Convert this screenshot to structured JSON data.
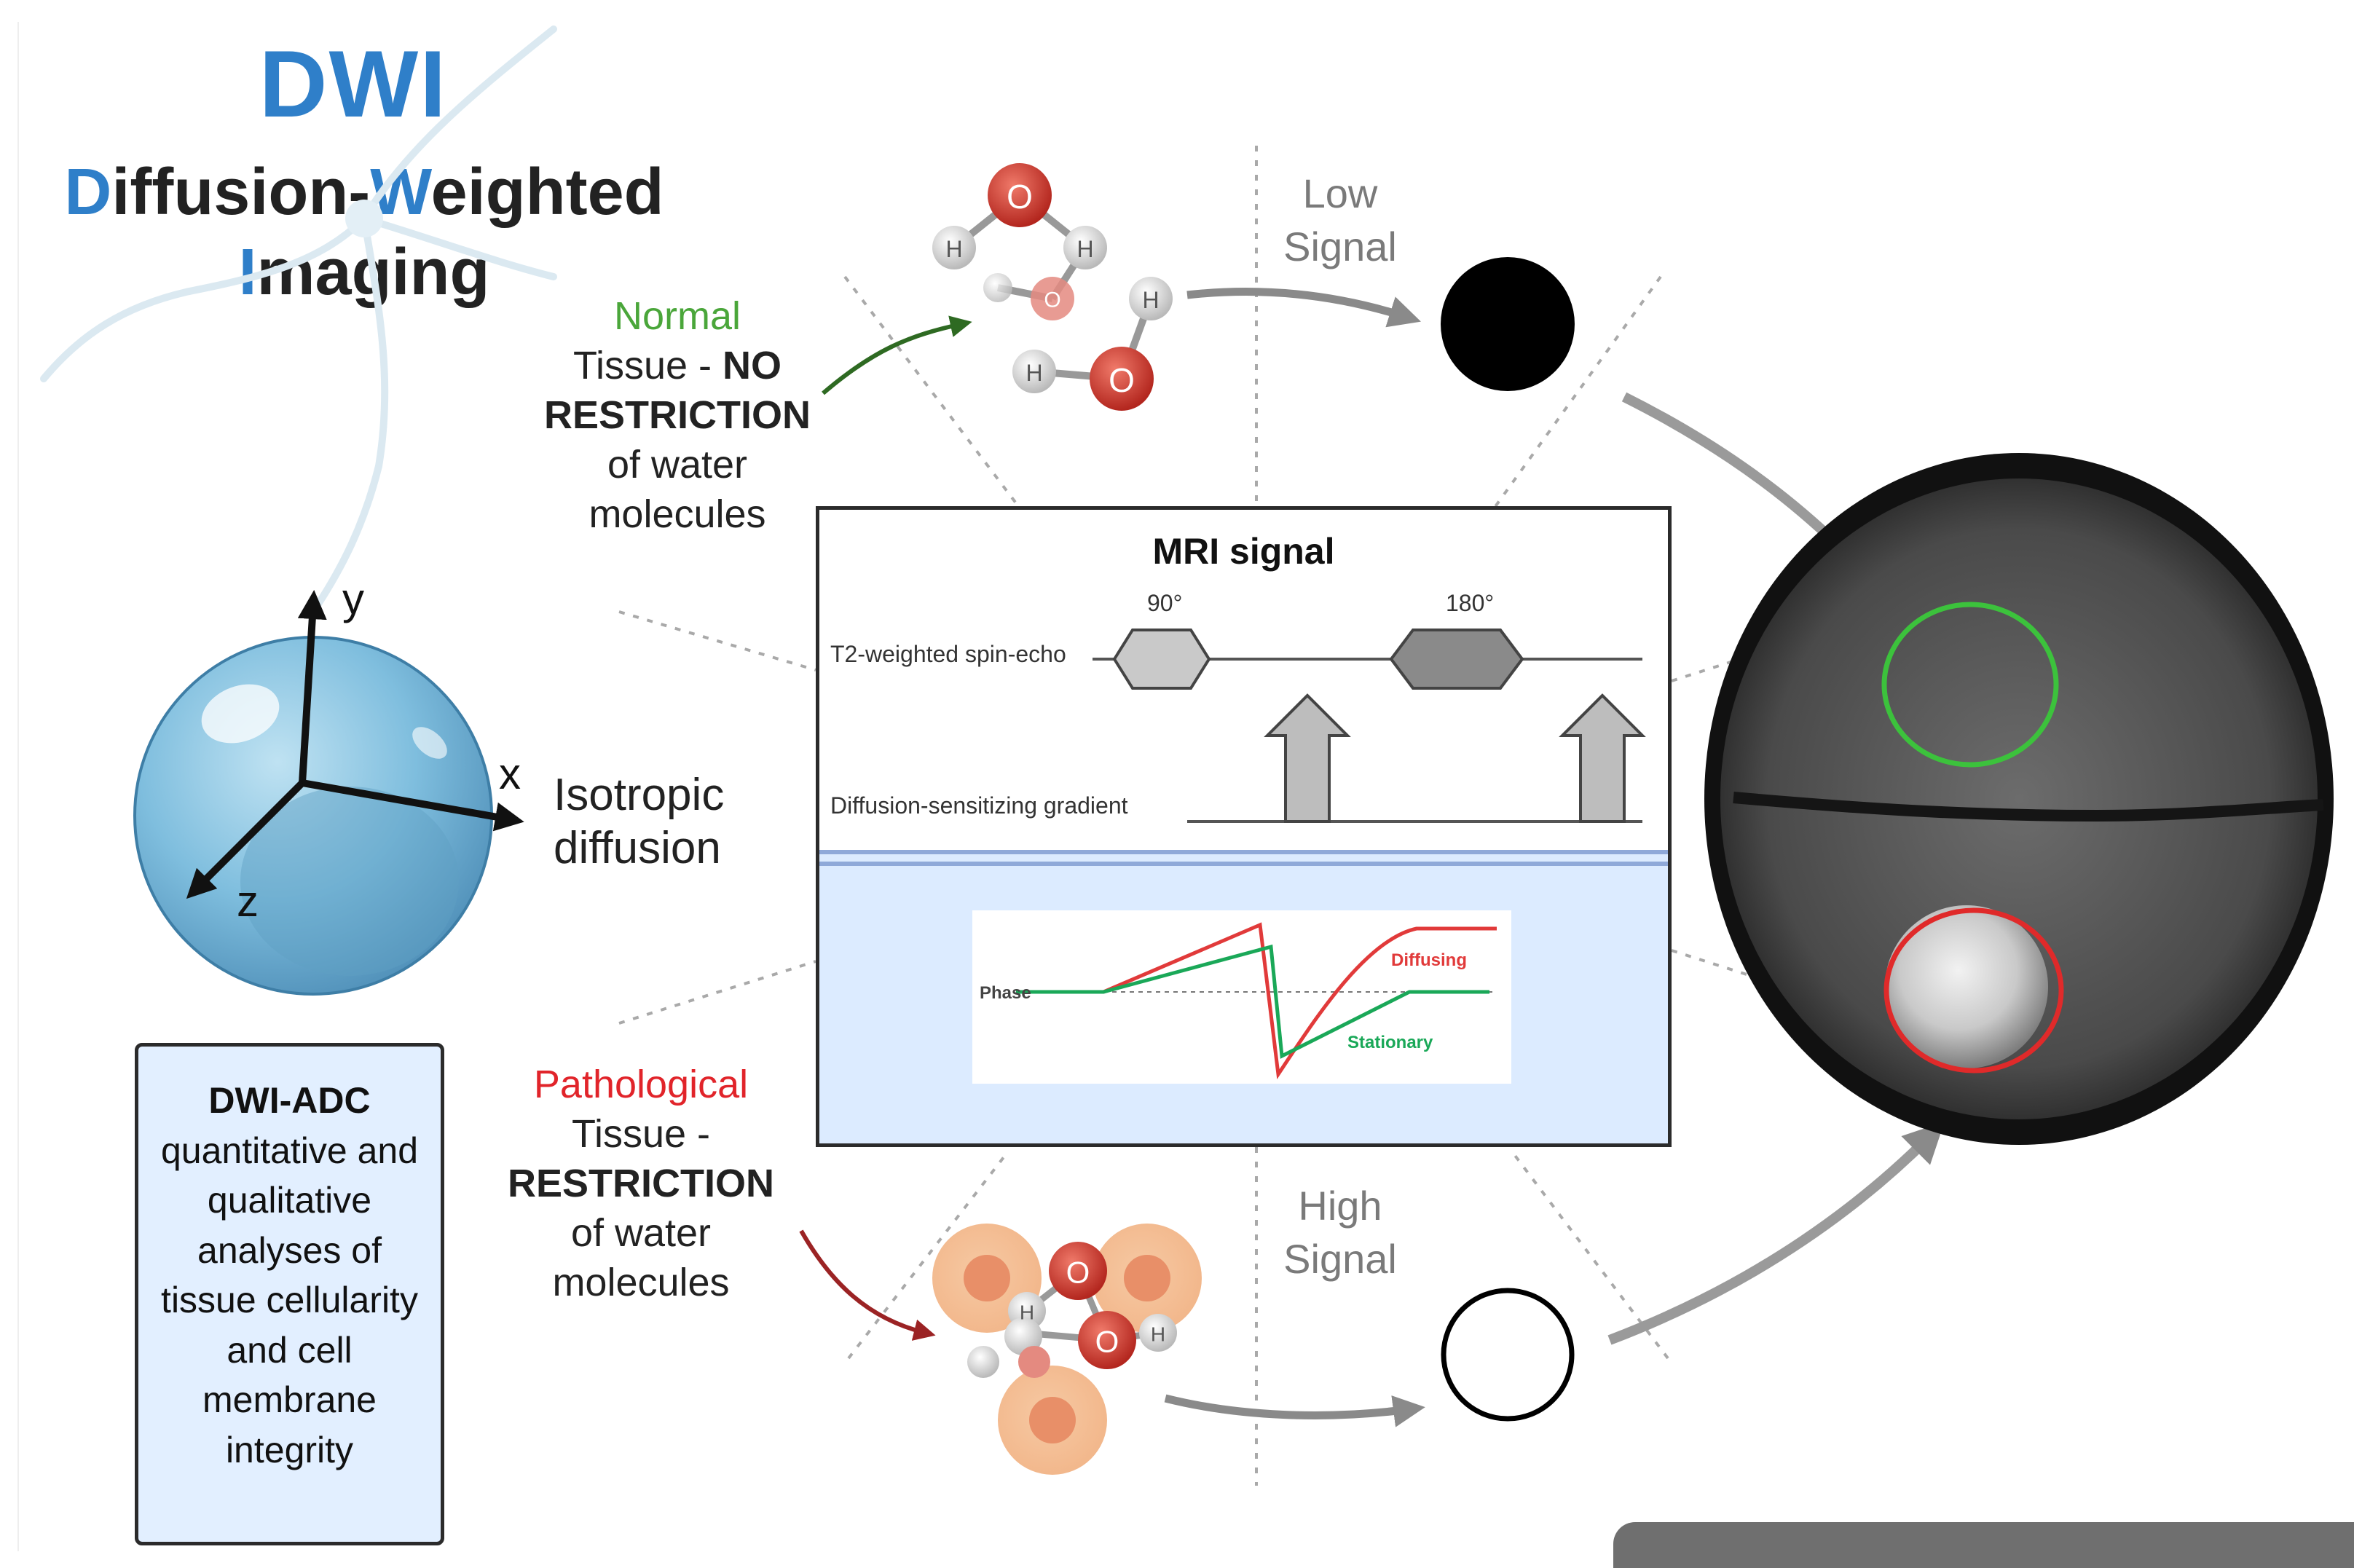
{
  "title": {
    "acronym": "DWI",
    "line1_rest_a": "iffusion-",
    "line1_D": "D",
    "line1_W": "W",
    "line1_rest_b": "eighted",
    "line2_I": "I",
    "line2_rest": "maging"
  },
  "normal": {
    "word": "Normal",
    "line2a": "Tissue - ",
    "line2b": "NO",
    "line3": "RESTRICTION",
    "line4": "of water",
    "line5": "molecules"
  },
  "pathological": {
    "word": "Pathological",
    "line2": "Tissue -",
    "line3": "RESTRICTION",
    "line4": "of water",
    "line5": "molecules"
  },
  "signals": {
    "low_1": "Low",
    "low_2": "Signal",
    "high_1": "High",
    "high_2": "Signal"
  },
  "sphere": {
    "axis_y": "y",
    "axis_x": "x",
    "axis_z": "z",
    "caption_1": "Isotropic",
    "caption_2": "diffusion"
  },
  "adc_box": {
    "heading": "DWI-ADC",
    "body": "quantitative and qualitative analyses of tissue cellularity and cell membrane integrity"
  },
  "mri_panel": {
    "title": "MRI signal",
    "pulse_90": "90°",
    "pulse_180": "180°",
    "row_t2": "T2-weighted spin-echo",
    "row_gradient": "Diffusion-sensitizing gradient",
    "phase_label": "Phase",
    "diffusing_label": "Diffusing",
    "stationary_label": "Stationary"
  },
  "molecule": {
    "oxygen": "O",
    "hydrogen": "H"
  },
  "colors": {
    "accent_blue": "#2f7fc9",
    "normal_green": "#4aa63a",
    "pathological_red": "#e1242a",
    "roi_green": "#3cc23c",
    "roi_red": "#e02a2a"
  }
}
